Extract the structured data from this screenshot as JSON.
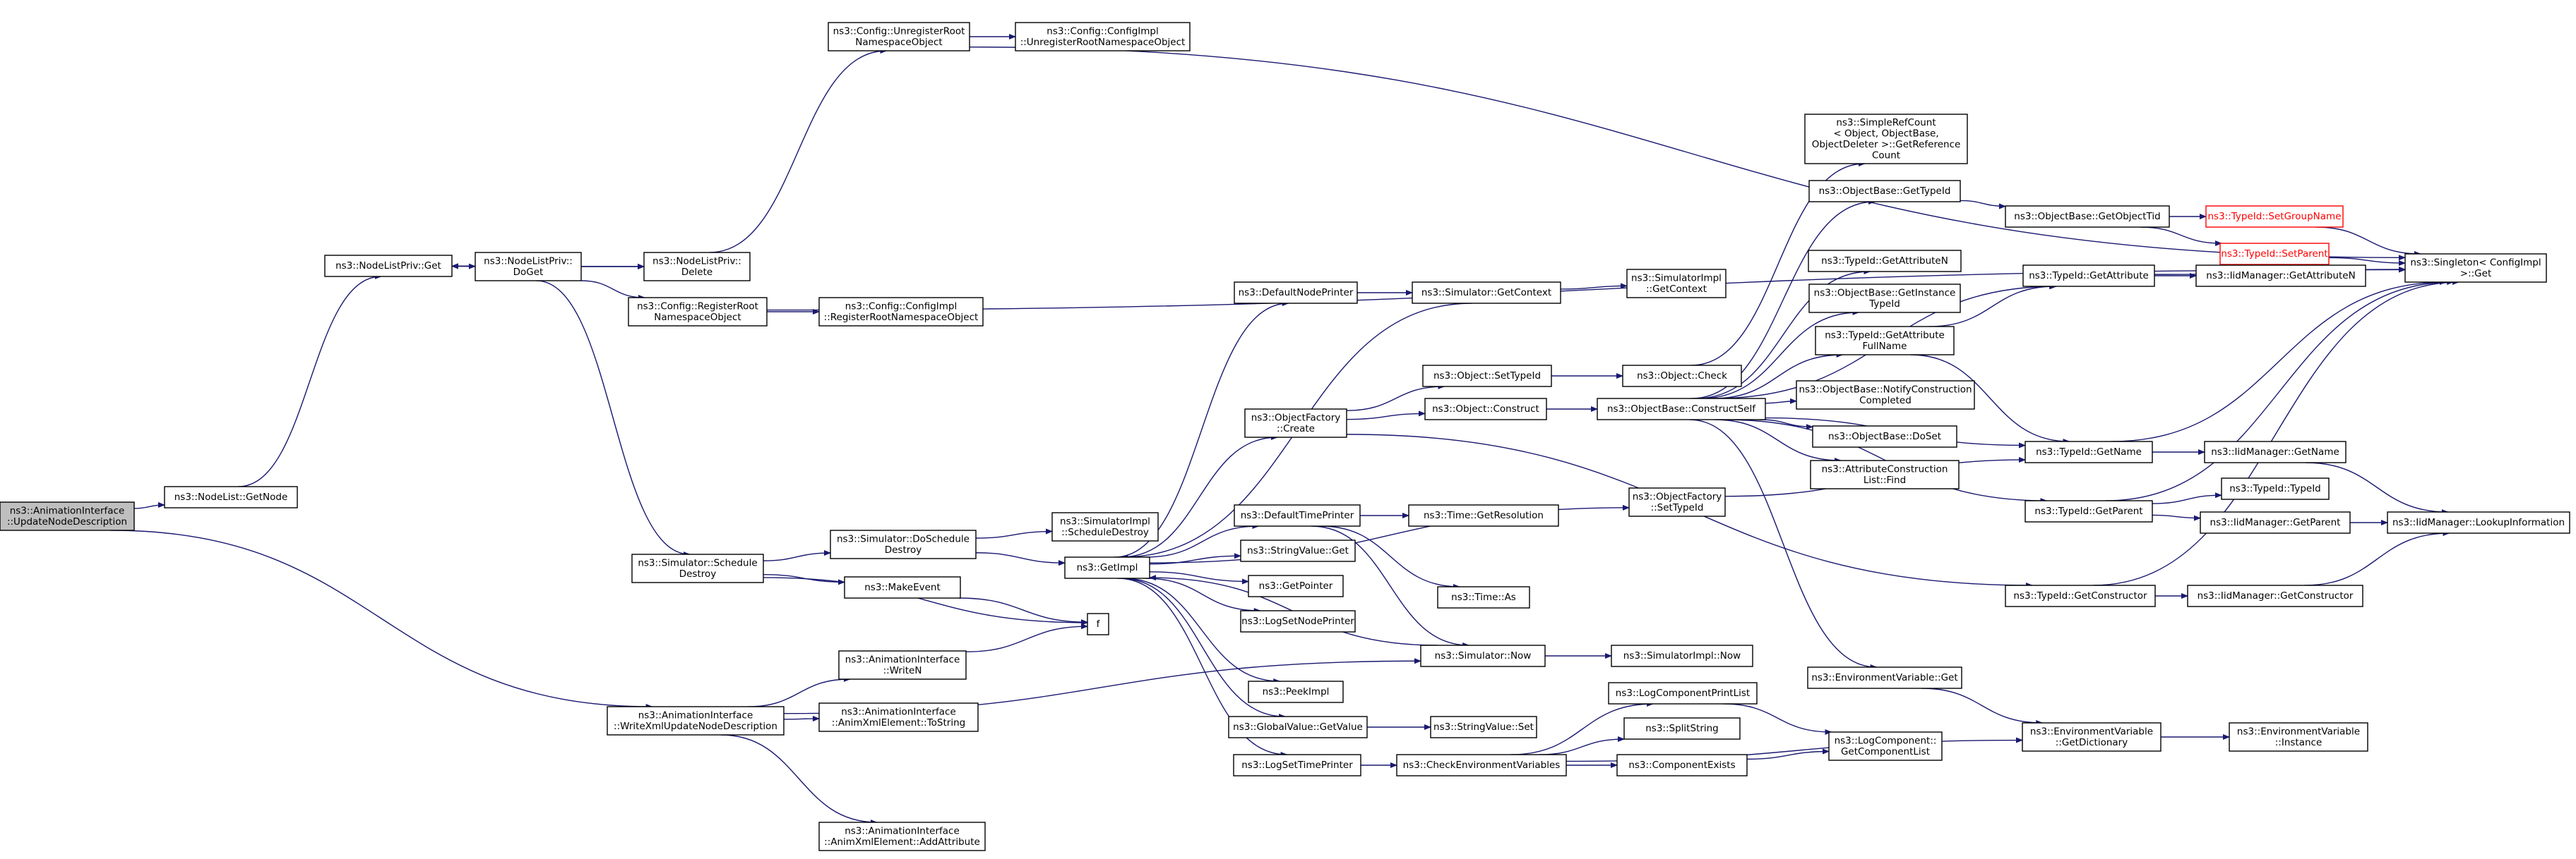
{
  "nodes": [
    {
      "id": "root",
      "lines": [
        "ns3::AnimationInterface",
        "::UpdateNodeDescription"
      ],
      "root": true
    },
    {
      "id": "getnode",
      "lines": [
        "ns3::NodeList::GetNode"
      ]
    },
    {
      "id": "writexml",
      "lines": [
        "ns3::AnimationInterface",
        "::WriteXmlUpdateNodeDescription"
      ]
    },
    {
      "id": "nlp_get",
      "lines": [
        "ns3::NodeListPriv::Get"
      ]
    },
    {
      "id": "nlp_delete",
      "lines": [
        "ns3::NodeListPriv::",
        "Delete"
      ]
    },
    {
      "id": "nlp_doget",
      "lines": [
        "ns3::NodeListPriv::",
        "DoGet"
      ]
    },
    {
      "id": "cfg_unreg",
      "lines": [
        "ns3::Config::UnregisterRoot",
        "NamespaceObject"
      ]
    },
    {
      "id": "cfgimpl_unreg",
      "lines": [
        "ns3::Config::ConfigImpl",
        "::UnregisterRootNamespaceObject"
      ]
    },
    {
      "id": "cfg_reg",
      "lines": [
        "ns3::Config::RegisterRoot",
        "NamespaceObject"
      ]
    },
    {
      "id": "cfgimpl_reg",
      "lines": [
        "ns3::Config::ConfigImpl",
        "::RegisterRootNamespaceObject"
      ]
    },
    {
      "id": "sim_schedd",
      "lines": [
        "ns3::Simulator::Schedule",
        "Destroy"
      ]
    },
    {
      "id": "sim_doschedd",
      "lines": [
        "ns3::Simulator::DoSchedule",
        "Destroy"
      ]
    },
    {
      "id": "simimpl_schedd",
      "lines": [
        "ns3::SimulatorImpl",
        "::ScheduleDestroy"
      ]
    },
    {
      "id": "makeevent",
      "lines": [
        "ns3::MakeEvent"
      ]
    },
    {
      "id": "f",
      "lines": [
        "f"
      ]
    },
    {
      "id": "writen",
      "lines": [
        "ns3::AnimationInterface",
        "::WriteN"
      ]
    },
    {
      "id": "tostring",
      "lines": [
        "ns3::AnimationInterface",
        "::AnimXmlElement::ToString"
      ]
    },
    {
      "id": "addattr",
      "lines": [
        "ns3::AnimationInterface",
        "::AnimXmlElement::AddAttribute"
      ]
    },
    {
      "id": "getimpl",
      "lines": [
        "ns3::GetImpl"
      ]
    },
    {
      "id": "defnodeprinter",
      "lines": [
        "ns3::DefaultNodePrinter"
      ]
    },
    {
      "id": "objfactory_create",
      "lines": [
        "ns3::ObjectFactory",
        "::Create"
      ]
    },
    {
      "id": "deftimeprinter",
      "lines": [
        "ns3::DefaultTimePrinter"
      ]
    },
    {
      "id": "strval_get",
      "lines": [
        "ns3::StringValue::Get"
      ]
    },
    {
      "id": "getpointer",
      "lines": [
        "ns3::GetPointer"
      ]
    },
    {
      "id": "logsetnodeprinter",
      "lines": [
        "ns3::LogSetNodePrinter"
      ]
    },
    {
      "id": "peekimpl",
      "lines": [
        "ns3::PeekImpl"
      ]
    },
    {
      "id": "gv_getvalue",
      "lines": [
        "ns3::GlobalValue::GetValue"
      ]
    },
    {
      "id": "logsettimeprinter",
      "lines": [
        "ns3::LogSetTimePrinter"
      ]
    },
    {
      "id": "sim_getcontext",
      "lines": [
        "ns3::Simulator::GetContext"
      ]
    },
    {
      "id": "simimpl_getcontext",
      "lines": [
        "ns3::SimulatorImpl",
        "::GetContext"
      ]
    },
    {
      "id": "obj_settypeid",
      "lines": [
        "ns3::Object::SetTypeId"
      ]
    },
    {
      "id": "obj_check",
      "lines": [
        "ns3::Object::Check"
      ]
    },
    {
      "id": "obj_construct",
      "lines": [
        "ns3::Object::Construct"
      ]
    },
    {
      "id": "ob_constructself",
      "lines": [
        "ns3::ObjectBase::ConstructSelf"
      ]
    },
    {
      "id": "of_settypeid",
      "lines": [
        "ns3::ObjectFactory",
        "::SetTypeId"
      ]
    },
    {
      "id": "time_getres",
      "lines": [
        "ns3::Time::GetResolution"
      ]
    },
    {
      "id": "time_as",
      "lines": [
        "ns3::Time::As"
      ]
    },
    {
      "id": "sim_now",
      "lines": [
        "ns3::Simulator::Now"
      ]
    },
    {
      "id": "simimpl_now",
      "lines": [
        "ns3::SimulatorImpl::Now"
      ]
    },
    {
      "id": "strval_set",
      "lines": [
        "ns3::StringValue::Set"
      ]
    },
    {
      "id": "checkenv",
      "lines": [
        "ns3::CheckEnvironmentVariables"
      ]
    },
    {
      "id": "logcompprintlist",
      "lines": [
        "ns3::LogComponentPrintList"
      ]
    },
    {
      "id": "splitstring",
      "lines": [
        "ns3::SplitString"
      ]
    },
    {
      "id": "compexists",
      "lines": [
        "ns3::ComponentExists"
      ]
    },
    {
      "id": "logcomp_getlist",
      "lines": [
        "ns3::LogComponent::",
        "GetComponentList"
      ]
    },
    {
      "id": "simplerefcount",
      "lines": [
        "ns3::SimpleRefCount",
        "< Object, ObjectBase,",
        "ObjectDeleter >::GetReference",
        "Count"
      ]
    },
    {
      "id": "ob_gettypeid",
      "lines": [
        "ns3::ObjectBase::GetTypeId"
      ]
    },
    {
      "id": "tid_getattrn",
      "lines": [
        "ns3::TypeId::GetAttributeN"
      ]
    },
    {
      "id": "ob_getinsttid",
      "lines": [
        "ns3::ObjectBase::GetInstance",
        "TypeId"
      ]
    },
    {
      "id": "tid_getattrfull",
      "lines": [
        "ns3::TypeId::GetAttribute",
        "FullName"
      ]
    },
    {
      "id": "ob_notify",
      "lines": [
        "ns3::ObjectBase::NotifyConstruction",
        "Completed"
      ]
    },
    {
      "id": "ob_doset",
      "lines": [
        "ns3::ObjectBase::DoSet"
      ]
    },
    {
      "id": "attrconst_find",
      "lines": [
        "ns3::AttributeConstruction",
        "List::Find"
      ]
    },
    {
      "id": "envvar_get",
      "lines": [
        "ns3::EnvironmentVariable::Get"
      ]
    },
    {
      "id": "envvar_getdict",
      "lines": [
        "ns3::EnvironmentVariable",
        "::GetDictionary"
      ]
    },
    {
      "id": "envvar_instance",
      "lines": [
        "ns3::EnvironmentVariable",
        "::Instance"
      ]
    },
    {
      "id": "ob_getobjecttid",
      "lines": [
        "ns3::ObjectBase::GetObjectTid"
      ]
    },
    {
      "id": "tid_setgroupname",
      "lines": [
        "ns3::TypeId::SetGroupName"
      ],
      "red": true
    },
    {
      "id": "tid_setparent",
      "lines": [
        "ns3::TypeId::SetParent"
      ],
      "red": true
    },
    {
      "id": "singleton_get",
      "lines": [
        "ns3::Singleton< ConfigImpl",
        " >::Get"
      ]
    },
    {
      "id": "tid_getattribute",
      "lines": [
        "ns3::TypeId::GetAttribute"
      ]
    },
    {
      "id": "iidm_getattrn",
      "lines": [
        "ns3::IidManager::GetAttributeN"
      ]
    },
    {
      "id": "tid_getname",
      "lines": [
        "ns3::TypeId::GetName"
      ]
    },
    {
      "id": "iidm_getname",
      "lines": [
        "ns3::IidManager::GetName"
      ]
    },
    {
      "id": "tid_getparent",
      "lines": [
        "ns3::TypeId::GetParent"
      ]
    },
    {
      "id": "tid_typeid",
      "lines": [
        "ns3::TypeId::TypeId"
      ]
    },
    {
      "id": "iidm_getparent",
      "lines": [
        "ns3::IidManager::GetParent"
      ]
    },
    {
      "id": "iidm_lookup",
      "lines": [
        "ns3::IidManager::LookupInformation"
      ]
    },
    {
      "id": "tid_getconstructor",
      "lines": [
        "ns3::TypeId::GetConstructor"
      ]
    },
    {
      "id": "iidm_getconstructor",
      "lines": [
        "ns3::IidManager::GetConstructor"
      ]
    }
  ],
  "edges": [
    [
      "root",
      "getnode"
    ],
    [
      "root",
      "writexml"
    ],
    [
      "getnode",
      "nlp_get"
    ],
    [
      "nlp_get",
      "nlp_delete"
    ],
    [
      "nlp_get",
      "nlp_doget"
    ],
    [
      "nlp_delete",
      "nlp_get"
    ],
    [
      "nlp_delete",
      "cfg_unreg"
    ],
    [
      "nlp_doget",
      "nlp_get"
    ],
    [
      "nlp_doget",
      "nlp_delete"
    ],
    [
      "nlp_doget",
      "cfg_reg"
    ],
    [
      "nlp_doget",
      "sim_schedd"
    ],
    [
      "cfg_unreg",
      "cfgimpl_unreg"
    ],
    [
      "cfg_unreg",
      "singleton_get"
    ],
    [
      "cfg_reg",
      "cfgimpl_reg"
    ],
    [
      "cfg_reg",
      "singleton_get"
    ],
    [
      "sim_schedd",
      "sim_doschedd"
    ],
    [
      "sim_schedd",
      "makeevent"
    ],
    [
      "sim_schedd",
      "f"
    ],
    [
      "sim_doschedd",
      "simimpl_schedd"
    ],
    [
      "sim_doschedd",
      "getimpl"
    ],
    [
      "makeevent",
      "f"
    ],
    [
      "writexml",
      "writen"
    ],
    [
      "writexml",
      "tostring"
    ],
    [
      "writexml",
      "addattr"
    ],
    [
      "writexml",
      "sim_now"
    ],
    [
      "writen",
      "f"
    ],
    [
      "getimpl",
      "defnodeprinter"
    ],
    [
      "getimpl",
      "objfactory_create"
    ],
    [
      "getimpl",
      "deftimeprinter"
    ],
    [
      "getimpl",
      "strval_get"
    ],
    [
      "getimpl",
      "getpointer"
    ],
    [
      "getimpl",
      "logsetnodeprinter"
    ],
    [
      "getimpl",
      "peekimpl"
    ],
    [
      "getimpl",
      "gv_getvalue"
    ],
    [
      "getimpl",
      "logsettimeprinter"
    ],
    [
      "getimpl",
      "of_settypeid"
    ],
    [
      "defnodeprinter",
      "sim_getcontext"
    ],
    [
      "sim_getcontext",
      "simimpl_getcontext"
    ],
    [
      "sim_getcontext",
      "getimpl"
    ],
    [
      "objfactory_create",
      "obj_settypeid"
    ],
    [
      "objfactory_create",
      "obj_construct"
    ],
    [
      "objfactory_create",
      "tid_getconstructor"
    ],
    [
      "obj_settypeid",
      "obj_check"
    ],
    [
      "obj_check",
      "simplerefcount"
    ],
    [
      "obj_construct",
      "ob_constructself"
    ],
    [
      "ob_constructself",
      "ob_gettypeid"
    ],
    [
      "ob_constructself",
      "tid_getattrn"
    ],
    [
      "ob_constructself",
      "ob_getinsttid"
    ],
    [
      "ob_constructself",
      "tid_getattrfull"
    ],
    [
      "ob_constructself",
      "ob_notify"
    ],
    [
      "ob_constructself",
      "ob_doset"
    ],
    [
      "ob_constructself",
      "attrconst_find"
    ],
    [
      "ob_constructself",
      "envvar_get"
    ],
    [
      "ob_constructself",
      "tid_getattribute"
    ],
    [
      "ob_constructself",
      "tid_getname"
    ],
    [
      "ob_constructself",
      "tid_getparent"
    ],
    [
      "of_settypeid",
      "tid_getname"
    ],
    [
      "deftimeprinter",
      "time_getres"
    ],
    [
      "deftimeprinter",
      "time_as"
    ],
    [
      "deftimeprinter",
      "sim_now"
    ],
    [
      "sim_now",
      "simimpl_now"
    ],
    [
      "sim_now",
      "getimpl"
    ],
    [
      "gv_getvalue",
      "strval_set"
    ],
    [
      "logsettimeprinter",
      "checkenv"
    ],
    [
      "checkenv",
      "logcompprintlist"
    ],
    [
      "checkenv",
      "splitstring"
    ],
    [
      "checkenv",
      "compexists"
    ],
    [
      "checkenv",
      "envvar_getdict"
    ],
    [
      "logcompprintlist",
      "logcomp_getlist"
    ],
    [
      "compexists",
      "logcomp_getlist"
    ],
    [
      "envvar_get",
      "envvar_getdict"
    ],
    [
      "envvar_getdict",
      "envvar_instance"
    ],
    [
      "ob_gettypeid",
      "ob_getobjecttid"
    ],
    [
      "ob_getobjecttid",
      "tid_setgroupname"
    ],
    [
      "ob_getobjecttid",
      "tid_setparent"
    ],
    [
      "tid_setgroupname",
      "singleton_get"
    ],
    [
      "tid_setparent",
      "singleton_get"
    ],
    [
      "tid_getattrfull",
      "tid_getattribute"
    ],
    [
      "tid_getattrfull",
      "tid_getname"
    ],
    [
      "tid_getattribute",
      "iidm_getattrn"
    ],
    [
      "tid_getattribute",
      "singleton_get"
    ],
    [
      "tid_getname",
      "iidm_getname"
    ],
    [
      "tid_getname",
      "singleton_get"
    ],
    [
      "iidm_getname",
      "iidm_lookup"
    ],
    [
      "tid_getparent",
      "tid_typeid"
    ],
    [
      "tid_getparent",
      "iidm_getparent"
    ],
    [
      "tid_getparent",
      "singleton_get"
    ],
    [
      "iidm_getparent",
      "iidm_lookup"
    ],
    [
      "tid_getconstructor",
      "iidm_getconstructor"
    ],
    [
      "tid_getconstructor",
      "singleton_get"
    ],
    [
      "iidm_getconstructor",
      "iidm_lookup"
    ]
  ]
}
